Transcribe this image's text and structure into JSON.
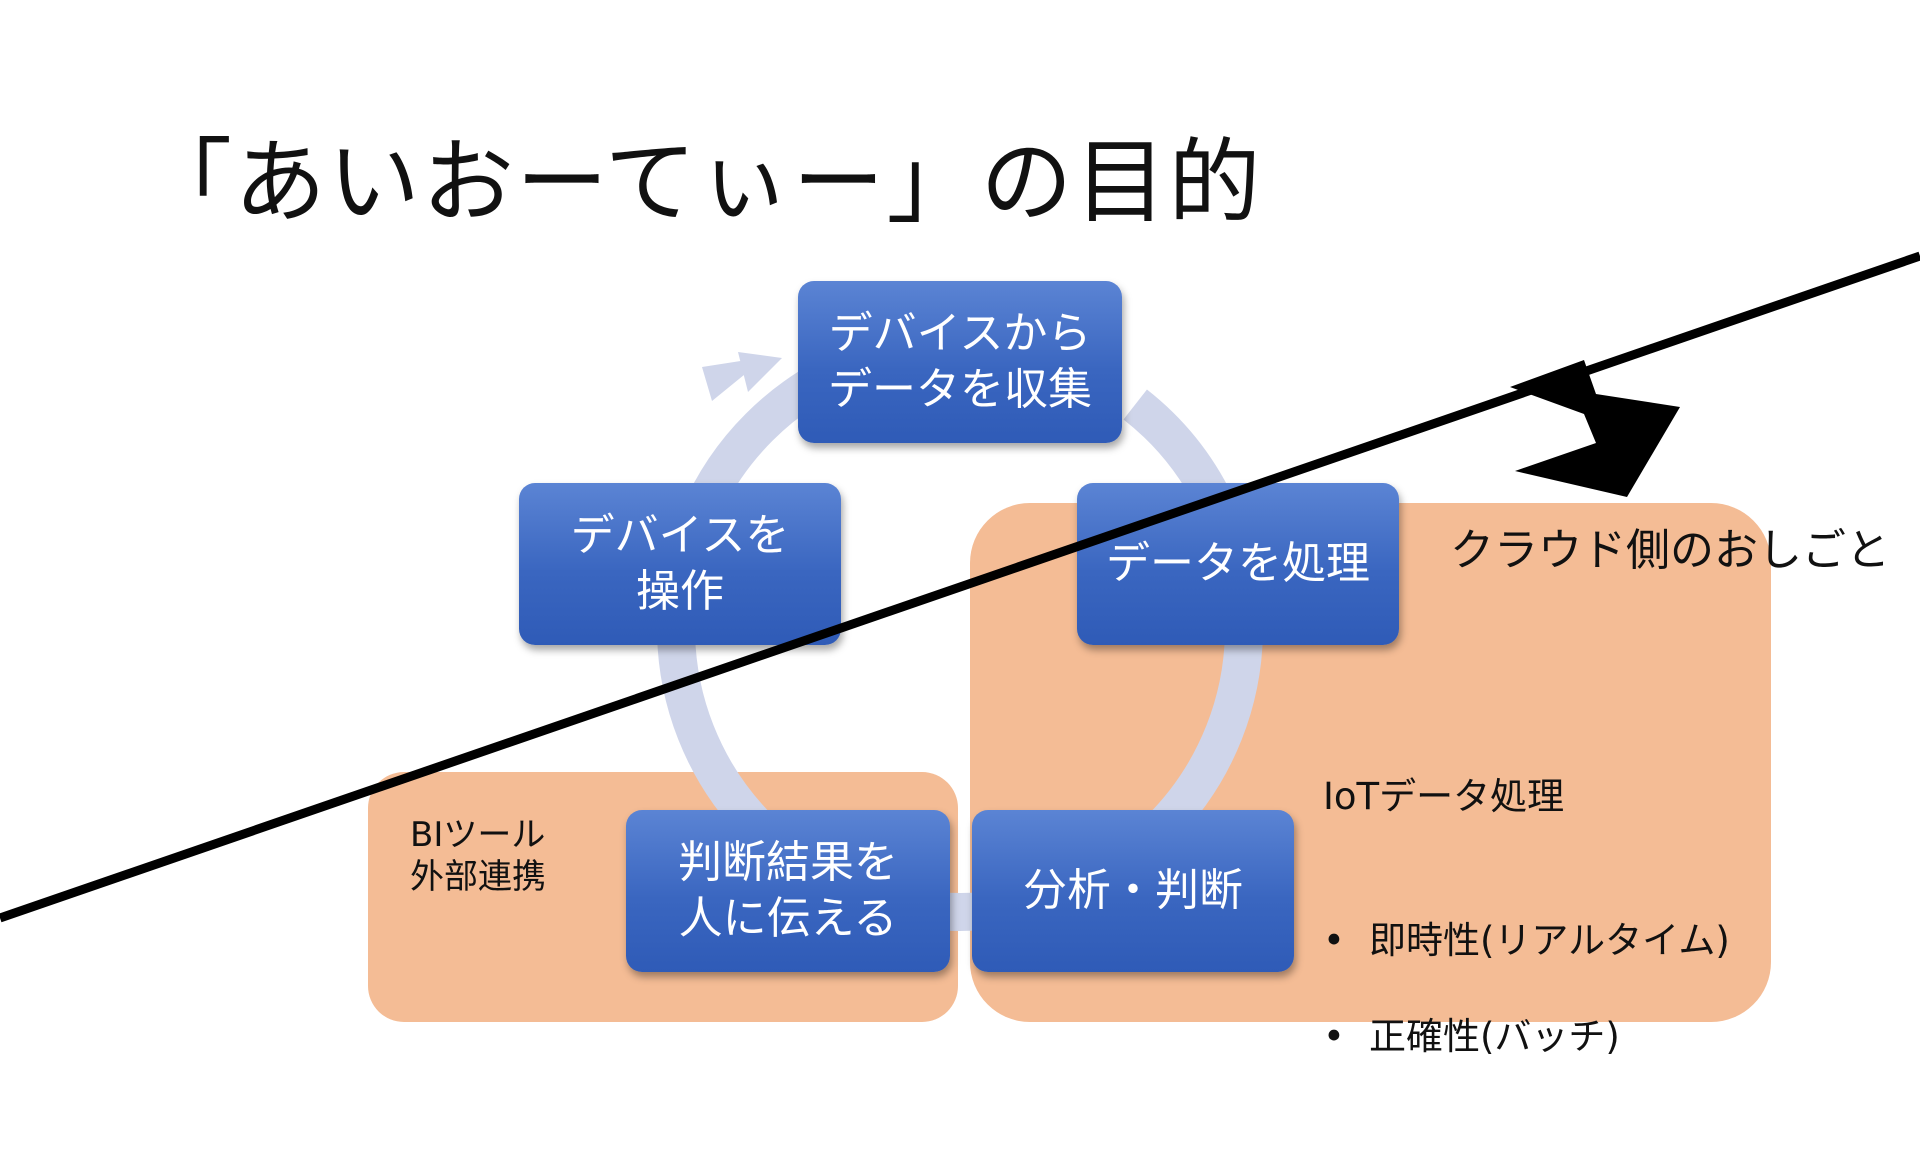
{
  "title": "「あいおーてぃー」の目的",
  "cycle": {
    "steps": {
      "collect": "デバイスから\nデータを収集",
      "process": "データを処理",
      "analyze": "分析・判断",
      "notify": "判断結果を\n人に伝える",
      "operate": "デバイスを\n操作"
    }
  },
  "regions": {
    "cloud": {
      "label": "クラウド側のおしごと",
      "heading": "IoTデータ処理",
      "bullets": [
        "即時性(リアルタイム)",
        "正確性(バッチ)"
      ]
    },
    "bi": {
      "label": "BIツール\n外部連携"
    }
  },
  "colors": {
    "region_fill": "#f4bc95",
    "cycle_arrow": "#cfd5ea",
    "step_fill": "#3a66c0",
    "divider": "#000000"
  },
  "icons": {
    "down_arrow": "down-arrow-icon",
    "cycle_arrow": "circular-arrow-icon"
  }
}
